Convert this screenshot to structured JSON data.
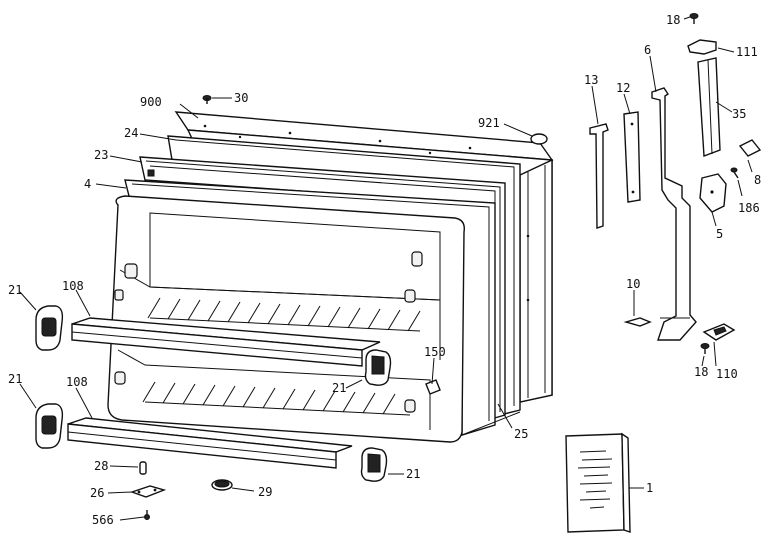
{
  "diagram": {
    "labels": {
      "p18a": "18",
      "p111": "111",
      "p900": "900",
      "p30": "30",
      "p921": "921",
      "p24": "24",
      "p13": "13",
      "p12": "12",
      "p6": "6",
      "p35": "35",
      "p23": "23",
      "p4": "4",
      "p8": "8",
      "p186": "186",
      "p5": "5",
      "p21a": "21",
      "p108a": "108",
      "p10": "10",
      "p150": "150",
      "p21b": "21",
      "p21c": "21",
      "p108b": "108",
      "p18b": "18",
      "p110": "110",
      "p25": "25",
      "p28": "28",
      "p21d": "21",
      "p26": "26",
      "p29": "29",
      "p1": "1",
      "p566": "566"
    }
  }
}
